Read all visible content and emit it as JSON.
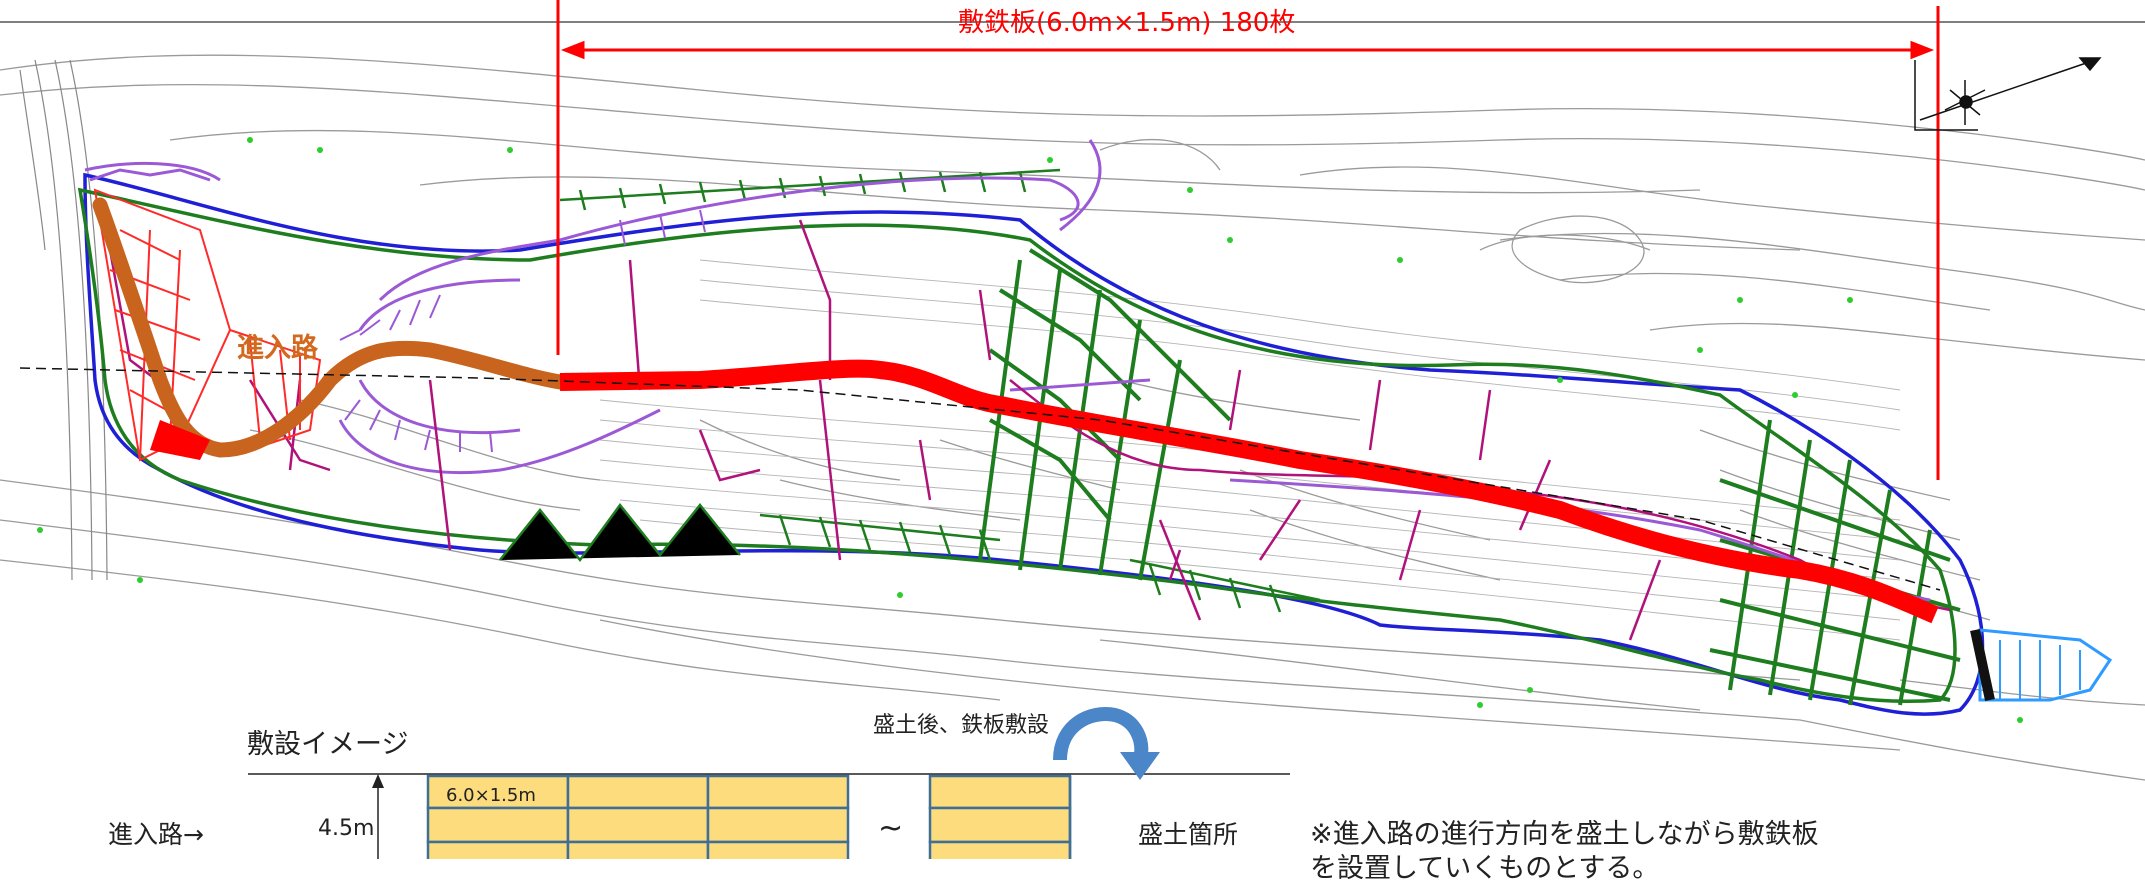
{
  "map": {
    "plate_label": "敷鉄板(6.0m×1.5m) 180枚",
    "road_label": "進入路"
  },
  "legend": {
    "title": "敷設イメージ",
    "after_fill": "盛土後、鉄板敷設",
    "road_arrow": "進入路→",
    "width": "4.5m",
    "plate_size": "6.0×1.5m",
    "tilde": "~",
    "fill_area": "盛土箇所",
    "note_line1": "※進入路の進行方向を盛土しながら敷鉄板",
    "note_line2": "を設置していくものとする。"
  },
  "colors": {
    "dimension": "#ff0000",
    "road_existing": "#c8641e",
    "road_new": "#ff0000",
    "boundary": "#1f1fd6",
    "embankment": "#1e7d1e",
    "cut": "#9b59d6",
    "drainage": "#b0127a",
    "contour": "#8a8a8a",
    "plate_fill": "#fddc7d",
    "plate_border": "#3f6f96",
    "check_dam": "#2f9aff"
  }
}
